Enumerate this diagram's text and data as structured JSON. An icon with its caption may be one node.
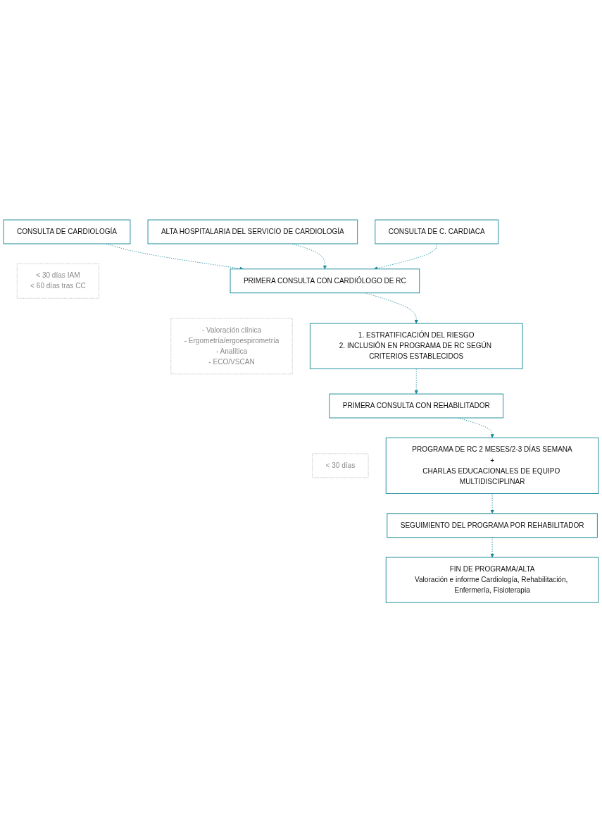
{
  "diagram": {
    "nodes": [
      {
        "text": [
          "CONSULTA DE CARDIOLOGÍA"
        ]
      },
      {
        "text": [
          "ALTA HOSPITALARIA DEL SERVICIO DE CARDIOLOGÍA"
        ]
      },
      {
        "text": [
          "CONSULTA DE C. CARDIACA"
        ]
      },
      {
        "text": [
          "< 30 días IAM",
          "< 60 días tras CC"
        ]
      },
      {
        "text": [
          "PRIMERA CONSULTA CON CARDIÓLOGO DE RC"
        ]
      },
      {
        "text": [
          "- Valoración clínica",
          "- Ergometría/ergoespirometría",
          "- Analítica",
          "- ECO/VSCAN"
        ]
      },
      {
        "text": [
          "1. ESTRATIFICACIÓN DEL RIESGO",
          "2. INCLUSIÓN EN PROGRAMA DE RC SEGÚN CRITERIOS ESTABLECIDOS"
        ]
      },
      {
        "text": [
          "PRIMERA CONSULTA CON REHABILITADOR"
        ]
      },
      {
        "text": [
          "< 30 días"
        ]
      },
      {
        "text": [
          "PROGRAMA DE RC 2 MESES/2-3 DÍAS SEMANA",
          "+",
          "CHARLAS EDUCACIONALES DE EQUIPO MULTIDISCIPLINAR"
        ]
      },
      {
        "text": [
          "SEGUIMIENTO DEL PROGRAMA POR REHABILITADOR"
        ]
      },
      {
        "text": [
          "FIN DE PROGRAMA/ALTA",
          "Valoración e informe Cardiología, Rehabilitación, Enfermería, Fisioterapia"
        ]
      }
    ],
    "edges": [
      {
        "from": 0,
        "to": 4,
        "arrow": "to",
        "style": "dashed"
      },
      {
        "from": 1,
        "to": 4,
        "arrow": "to",
        "style": "dashed"
      },
      {
        "from": 2,
        "to": 4,
        "arrow": "to",
        "style": "dashed"
      },
      {
        "from": 4,
        "to": 6,
        "arrow": "to",
        "style": "dashed"
      },
      {
        "from": 6,
        "to": 7,
        "arrow": "to",
        "style": "dashed"
      },
      {
        "from": 7,
        "to": 9,
        "arrow": "to",
        "style": "dashed"
      },
      {
        "from": 9,
        "to": 10,
        "arrow": "to",
        "style": "dashed"
      },
      {
        "from": 10,
        "to": 11,
        "arrow": "to",
        "style": "dashed"
      }
    ]
  }
}
